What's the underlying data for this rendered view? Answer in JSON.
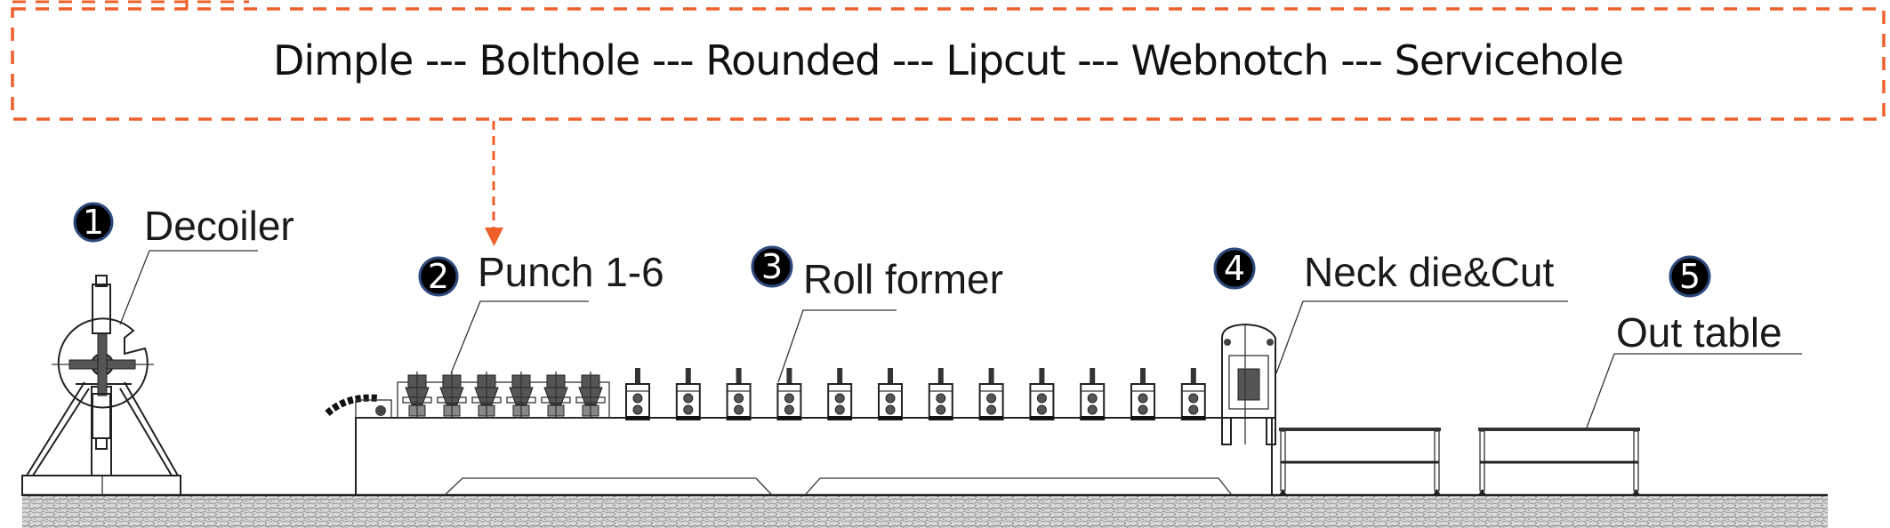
{
  "process_banner": {
    "steps": [
      "Dimple",
      "Bolthole",
      "Rounded",
      "Lipcut",
      "Webnotch",
      "Servicehole"
    ],
    "separator": " --- ",
    "border_color": "#EF5F2A",
    "arrow_target": "Punch 1-6"
  },
  "stations": [
    {
      "number": "1",
      "label": "Decoiler"
    },
    {
      "number": "2",
      "label": "Punch 1-6"
    },
    {
      "number": "3",
      "label": "Roll former"
    },
    {
      "number": "4",
      "label": "Neck die&Cut"
    },
    {
      "number": "5",
      "label": "Out table"
    }
  ],
  "counts": {
    "punch_units": 6,
    "roll_stands": 12,
    "out_tables": 2
  },
  "colors": {
    "accent": "#EF5F2A",
    "badge_fill": "#000000",
    "badge_ring": "#2E4A7D",
    "line": "#222222"
  }
}
